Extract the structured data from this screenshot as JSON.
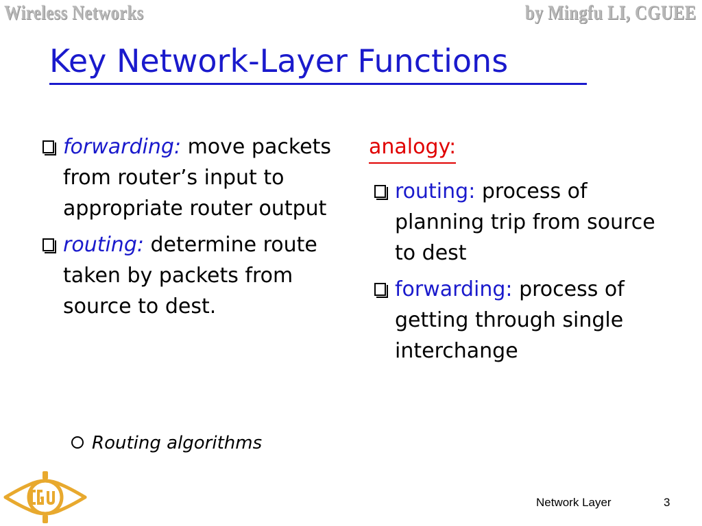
{
  "header": {
    "left": "Wireless Networks",
    "right": "by Mingfu LI, CGUEE"
  },
  "slide": {
    "title": "Key Network-Layer Functions",
    "left_column": {
      "bullets": [
        {
          "term": "forwarding:",
          "text": " move packets from router’s input to appropriate router output"
        },
        {
          "term": "routing:",
          "text": " determine route taken by packets from source to dest."
        }
      ],
      "sub_bullet": "Routing algorithms"
    },
    "right_column": {
      "heading": "analogy:",
      "bullets": [
        {
          "term": "routing:",
          "text": " process of planning trip from source to dest"
        },
        {
          "term": "forwarding:",
          "text": " process of getting through single interchange"
        }
      ]
    }
  },
  "footer": {
    "label": "Network Layer",
    "page": "3"
  },
  "colors": {
    "title": "#1a1acc",
    "analogy": "#e00000",
    "logo": "#e8a92e"
  },
  "icons": {
    "logo": "cgu-logo-icon",
    "bullet": "box-bullet-icon",
    "sub_bullet": "circle-bullet-icon"
  }
}
